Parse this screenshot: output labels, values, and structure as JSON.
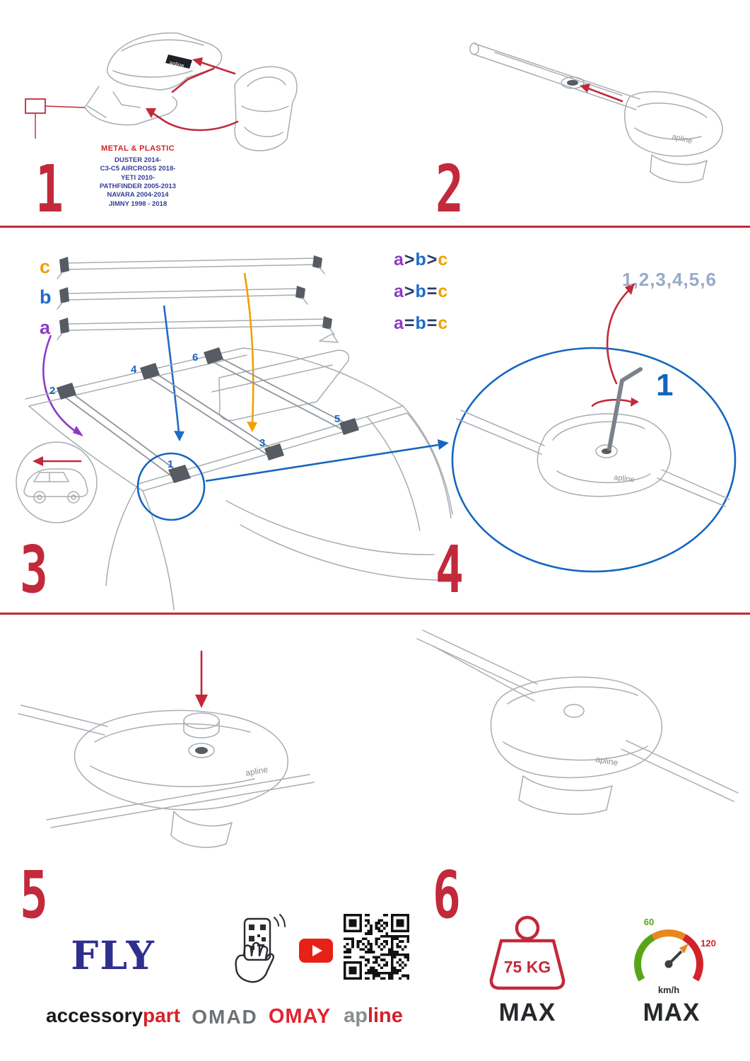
{
  "colors": {
    "step_red": "#C2293A",
    "brand_red": "#D2232A",
    "blue": "#1565C0",
    "purple": "#8E3BC4",
    "orange": "#F0A000",
    "navy_symbol": "#2B3A67",
    "sequence_gray_blue": "#97ABC8",
    "models_navy": "#333D94",
    "logo_gray": "#6E7275",
    "youtube_red": "#E62117",
    "speed_green": "#58A618",
    "speed_orange": "#E8871E"
  },
  "step1": {
    "number": "1",
    "material_label": "METAL & PLASTIC",
    "models": [
      "DUSTER 2014-",
      "C3-C5 AIRCROSS 2018-",
      "YETI 2010-",
      "PATHFINDER 2005-2013",
      "NAVARA 2004-2014",
      "JIMNY 1998 - 2018"
    ]
  },
  "step2": {
    "number": "2"
  },
  "step3": {
    "number": "3",
    "bar_labels": [
      "c",
      "b",
      "a"
    ],
    "legend_rows": [
      [
        {
          "t": "a",
          "c": "#8E3BC4"
        },
        {
          "t": ">",
          "c": "#2B3A67"
        },
        {
          "t": "b",
          "c": "#1F6BC8"
        },
        {
          "t": ">",
          "c": "#2B3A67"
        },
        {
          "t": "c",
          "c": "#F0A000"
        }
      ],
      [
        {
          "t": "a",
          "c": "#8E3BC4"
        },
        {
          "t": ">",
          "c": "#2B3A67"
        },
        {
          "t": "b",
          "c": "#1F6BC8"
        },
        {
          "t": "=",
          "c": "#2B3A67"
        },
        {
          "t": "c",
          "c": "#F0A000"
        }
      ],
      [
        {
          "t": "a",
          "c": "#8E3BC4"
        },
        {
          "t": "=",
          "c": "#2B3A67"
        },
        {
          "t": "b",
          "c": "#1F6BC8"
        },
        {
          "t": "=",
          "c": "#2B3A67"
        },
        {
          "t": "c",
          "c": "#F0A000"
        }
      ]
    ],
    "positions": [
      "1",
      "2",
      "3",
      "4",
      "5",
      "6"
    ]
  },
  "step4": {
    "number": "4",
    "sequence": "1,2,3,4,5,6",
    "first": "1"
  },
  "step5": {
    "number": "5"
  },
  "step6": {
    "number": "6"
  },
  "drawing": {
    "logo_text": "apline"
  },
  "footer": {
    "fly": "FLY",
    "accessory": "accessory",
    "part": "part",
    "omad": "OMAD",
    "omay": "OMAY",
    "apline_gray": "ap",
    "apline_red": "line",
    "weight_value": "75 KG",
    "weight_max": "MAX",
    "speed_min": "60",
    "speed_max_value": "120",
    "speed_unit": "km/h",
    "speed_max": "MAX"
  }
}
